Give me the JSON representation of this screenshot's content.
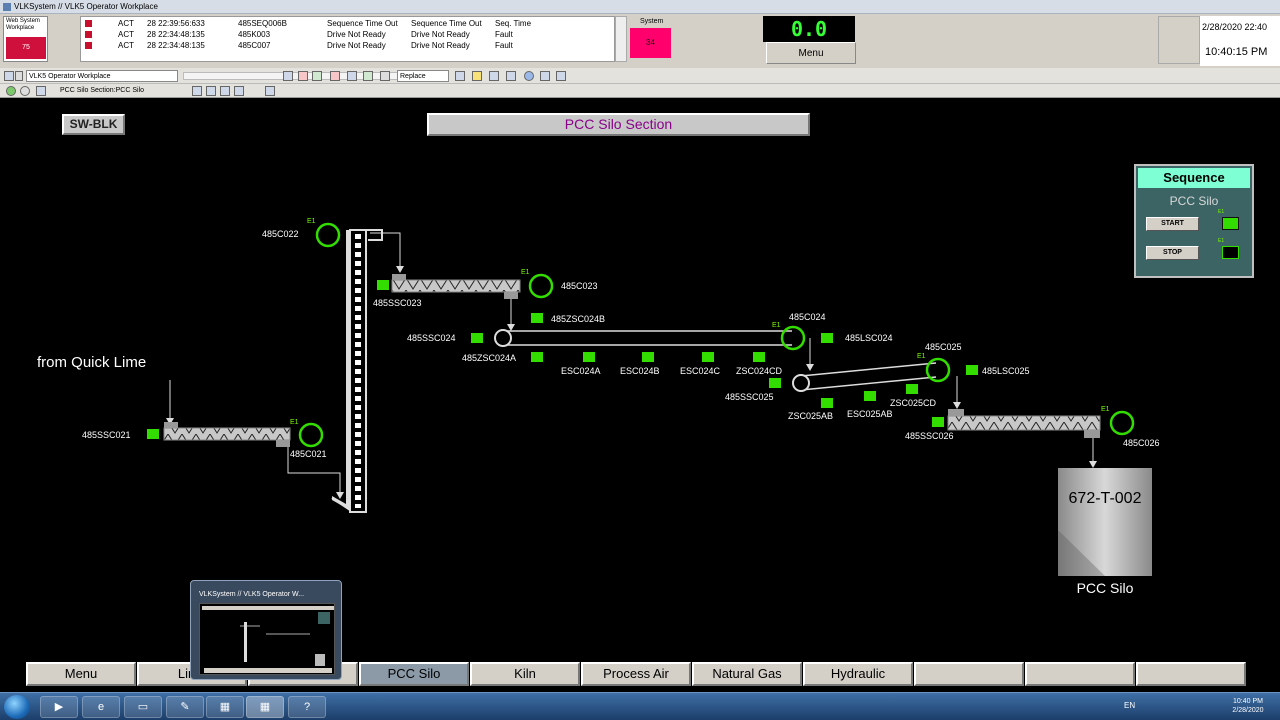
{
  "window": {
    "title": "VLKSystem // VLK5 Operator Workplace"
  },
  "alarm_banner": {
    "workplace_label": "Web System Workplace",
    "workplace_count": "75",
    "rows": [
      {
        "state": "ACT",
        "time": "28 22:39:56:633",
        "tag": "485SEQ006B",
        "desc": "Sequence Time Out",
        "cond": "Sequence Time Out",
        "type": "Seq. Time"
      },
      {
        "state": "ACT",
        "time": "28 22:34:48:135",
        "tag": "485K003",
        "desc": "Drive Not Ready",
        "cond": "Drive Not Ready",
        "type": "Fault"
      },
      {
        "state": "ACT",
        "time": "28 22:34:48:135",
        "tag": "485C007",
        "desc": "Drive Not Ready",
        "cond": "Drive Not Ready",
        "type": "Fault"
      }
    ],
    "system_label": "System",
    "system_count": "34",
    "counter": "0.0",
    "menu_label": "Menu",
    "date": "2/28/2020 22:40",
    "time": "10:40:15 PM"
  },
  "toolbar": {
    "workplace_select": "VLK5 Operator Workplace",
    "replace_select": "Replace",
    "nav_path": "PCC Silo Section:PCC Silo"
  },
  "display": {
    "sw_blk": "SW-BLK",
    "title": "PCC Silo Section",
    "from_label": "from Quick Lime",
    "silo_tag": "672-T-002",
    "silo_name": "PCC Silo",
    "e1": "E1",
    "tags": {
      "c021": "485C021",
      "ssc021": "485SSC021",
      "c022": "485C022",
      "c023": "485C023",
      "ssc023": "485SSC023",
      "c024": "485C024",
      "ssc024": "485SSC024",
      "zsc024b": "485ZSC024B",
      "zsc024a": "485ZSC024A",
      "lsc024": "485LSC024",
      "esc024a": "ESC024A",
      "esc024b": "ESC024B",
      "esc024c": "ESC024C",
      "zsc024cd": "ZSC024CD",
      "c025": "485C025",
      "ssc025": "485SSC025",
      "lsc025": "485LSC025",
      "zsc025ab": "ZSC025AB",
      "esc025ab": "ESC025AB",
      "zsc025cd": "ZSC025CD",
      "c026": "485C026",
      "ssc026": "485SSC026"
    }
  },
  "sequence": {
    "title": "Sequence",
    "name": "PCC Silo",
    "start_label": "START",
    "stop_label": "STOP",
    "e1": "E1",
    "start_color": "#33dd00",
    "stop_color": "#000000"
  },
  "nav": [
    {
      "label": "Menu",
      "active": false
    },
    {
      "label": "Lime",
      "active": false
    },
    {
      "label": "",
      "active": false
    },
    {
      "label": "PCC Silo",
      "active": true
    },
    {
      "label": "Kiln",
      "active": false
    },
    {
      "label": "Process Air",
      "active": false
    },
    {
      "label": "Natural Gas",
      "active": false
    },
    {
      "label": "Hydraulic",
      "active": false
    },
    {
      "label": "",
      "active": false
    },
    {
      "label": "",
      "active": false
    },
    {
      "label": "",
      "active": false
    }
  ],
  "taskbar": {
    "preview_title": "VLKSystem // VLK5 Operator W...",
    "language": "EN",
    "clock_time": "10:40 PM",
    "clock_date": "2/28/2020"
  },
  "colors": {
    "status_green": "#33dd00",
    "motor_ring": "#33dd00",
    "title_purple": "#8a008a",
    "seq_header": "#7fffd4"
  }
}
